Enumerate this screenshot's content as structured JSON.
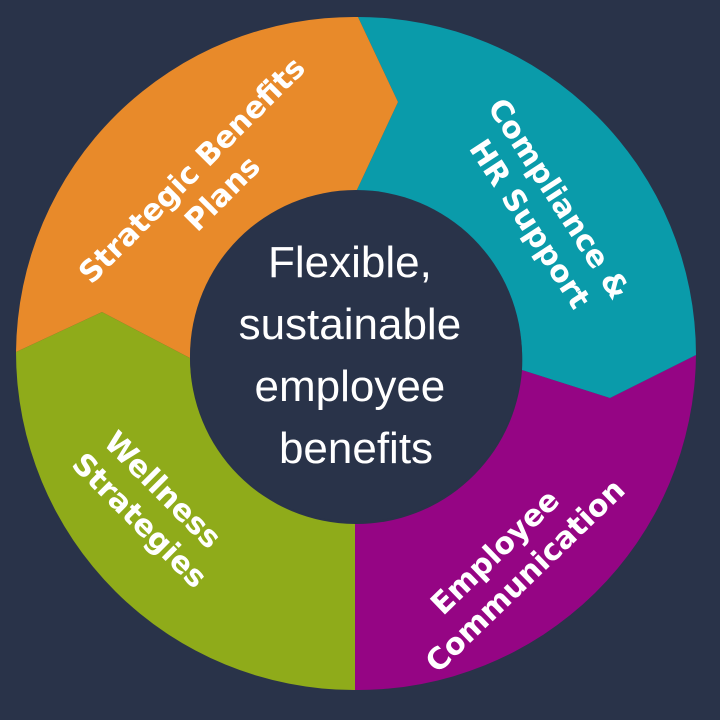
{
  "background": "#293349",
  "center": {
    "lines": [
      "Flexible,",
      "sustainable",
      "employee",
      "benefits"
    ],
    "color": "#293349"
  },
  "segments": [
    {
      "id": "strategic",
      "lines": [
        "Strategic Benefits",
        "Plans"
      ],
      "color": "#E88A2A"
    },
    {
      "id": "compliance",
      "lines": [
        "Compliance &",
        "HR Support"
      ],
      "color": "#0A9BAA"
    },
    {
      "id": "communication",
      "lines": [
        "Employee",
        "Communication"
      ],
      "color": "#950584"
    },
    {
      "id": "wellness",
      "lines": [
        "Wellness",
        "Strategies"
      ],
      "color": "#8FAB1A"
    }
  ]
}
